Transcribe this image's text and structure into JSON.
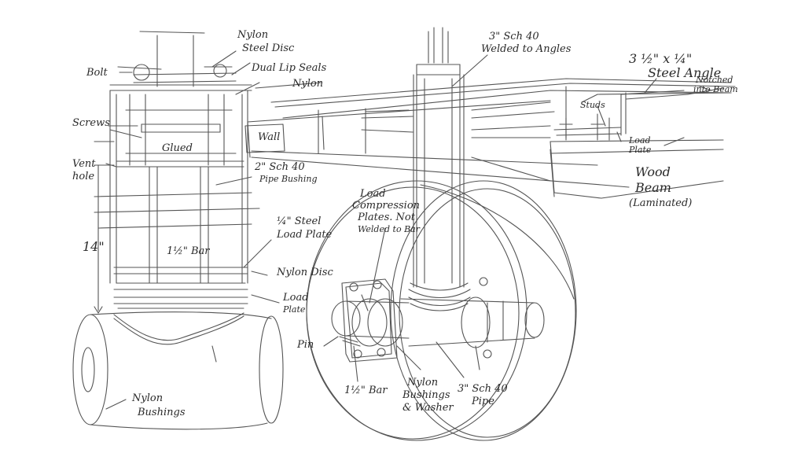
{
  "colors": {
    "ink": "#2a2a2a",
    "pencil": "#555555",
    "paper": "#ffffff"
  },
  "labels": {
    "bolt": "Bolt",
    "nylon_top": "Nylon",
    "steel_disc": "Steel Disc",
    "dual_lip_seals": "Dual Lip Seals",
    "nylon_mid": "Nylon",
    "screws": "Screws",
    "glued": "Glued",
    "wall": "Wall",
    "vent_hole_1": "Vent",
    "vent_hole_2": "hole",
    "pipe_bushing_1": "2\" Sch 40",
    "pipe_bushing_2": "Pipe Bushing",
    "dim_14": "14\"",
    "bar_1_half": "1½\" Bar",
    "steel_load_plate_1": "¼\" Steel",
    "steel_load_plate_2": "Load Plate",
    "nylon_disc": "Nylon Disc",
    "load_plate_1": "Load",
    "load_plate_2": "Plate",
    "nylon_bushings_1": "Nylon",
    "nylon_bushings_2": "Bushings",
    "load_comp_1": "Load",
    "load_comp_2": "Compression",
    "load_comp_3": "Plates. Not",
    "load_comp_4": "Welded to Bar",
    "pin": "Pin",
    "bar_bottom": "1½\" Bar",
    "nylon_bushings_washers_1": "Nylon",
    "nylon_bushings_washers_2": "Bushings",
    "nylon_bushings_washers_3": "& Washer",
    "sch40_pipe_1": "3\" Sch 40",
    "sch40_pipe_2": "Pipe",
    "sch40_welded_1": "3\" Sch 40",
    "sch40_welded_2": "Welded to Angles",
    "angle_1": "3 ½\" x ¼\"",
    "angle_2": "Steel Angle",
    "notched_1": "Notched",
    "notched_2": "into Beam",
    "studs": "Studs",
    "load_plate_right_1": "Load",
    "load_plate_right_2": "Plate",
    "wood_beam_1": "Wood",
    "wood_beam_2": "Beam",
    "wood_beam_3": "(Laminated)"
  }
}
